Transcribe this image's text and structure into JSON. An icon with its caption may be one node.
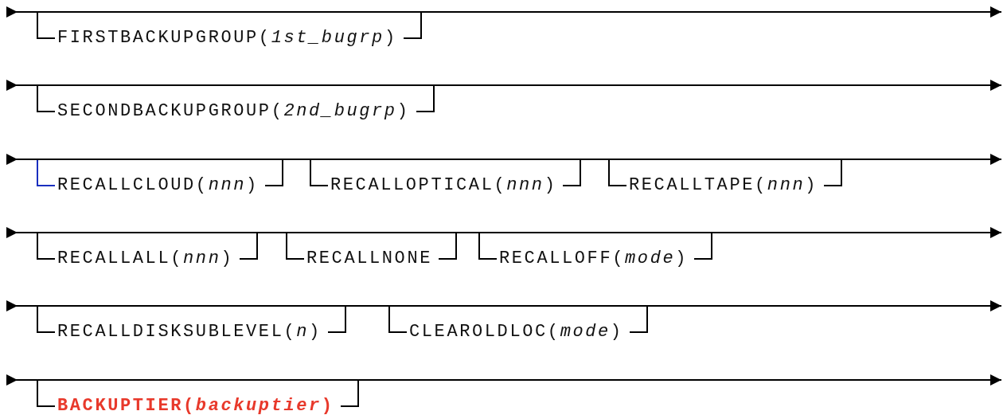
{
  "diagram": {
    "nodes": [
      {
        "text": [],
        "shape": "bar"
      },
      {
        "text": [
          "FIRSTBACKUPGROUP(*1st_bugrp*)"
        ]
      },
      {
        "text": [],
        "shape": "bar"
      },
      {
        "text": [
          "SECONDBACKUPGROUP(*2nd_bugrp*)"
        ]
      },
      {
        "text": [],
        "shape": "bar"
      },
      {
        "text": [
          "RECALLCLOUD(*nnn*)"
        ]
      },
      {
        "text": [
          "RECALLOPTICAL(*nnn*)"
        ]
      },
      {
        "text": [
          "RECALLTAPE(*nnn*)"
        ]
      },
      {
        "text": [],
        "shape": "bar"
      },
      {
        "text": [
          "RECALLALL(*nnn*)"
        ]
      },
      {
        "text": [
          "RECALLNONE"
        ]
      },
      {
        "text": [
          "RECALLOFF(*mode*)"
        ]
      },
      {
        "text": [],
        "shape": "bar"
      },
      {
        "text": [
          "RECALLDISKSUBLEVEL(*n*)"
        ]
      },
      {
        "text": [
          "CLEAROLDLOC(*mode*)"
        ]
      },
      {
        "text": [],
        "shape": "bar"
      },
      {
        "text": [
          "BACKUPTIER(*backuptier*)"
        ]
      }
    ],
    "edges": [
      {
        "from": 0,
        "to": 1,
        "arrow": "none"
      },
      {
        "from": 1,
        "to": 0,
        "arrow": "none"
      },
      {
        "from": 2,
        "to": 3,
        "arrow": "none"
      },
      {
        "from": 3,
        "to": 2,
        "arrow": "none"
      },
      {
        "from": 4,
        "to": 5,
        "arrow": "none",
        "color": "#1a2fbf"
      },
      {
        "from": 5,
        "to": 4,
        "arrow": "none"
      },
      {
        "from": 4,
        "to": 6,
        "arrow": "none"
      },
      {
        "from": 6,
        "to": 4,
        "arrow": "none"
      },
      {
        "from": 4,
        "to": 7,
        "arrow": "none"
      },
      {
        "from": 7,
        "to": 4,
        "arrow": "none"
      },
      {
        "from": 8,
        "to": 9,
        "arrow": "none"
      },
      {
        "from": 9,
        "to": 8,
        "arrow": "none"
      },
      {
        "from": 8,
        "to": 10,
        "arrow": "none"
      },
      {
        "from": 10,
        "to": 8,
        "arrow": "none"
      },
      {
        "from": 8,
        "to": 11,
        "arrow": "none"
      },
      {
        "from": 11,
        "to": 8,
        "arrow": "none"
      },
      {
        "from": 12,
        "to": 13,
        "arrow": "none"
      },
      {
        "from": 13,
        "to": 12,
        "arrow": "none"
      },
      {
        "from": 12,
        "to": 14,
        "arrow": "none"
      },
      {
        "from": 14,
        "to": 12,
        "arrow": "none"
      },
      {
        "from": 15,
        "to": 16,
        "arrow": "none"
      },
      {
        "from": 16,
        "to": 15,
        "arrow": "none"
      }
    ]
  }
}
